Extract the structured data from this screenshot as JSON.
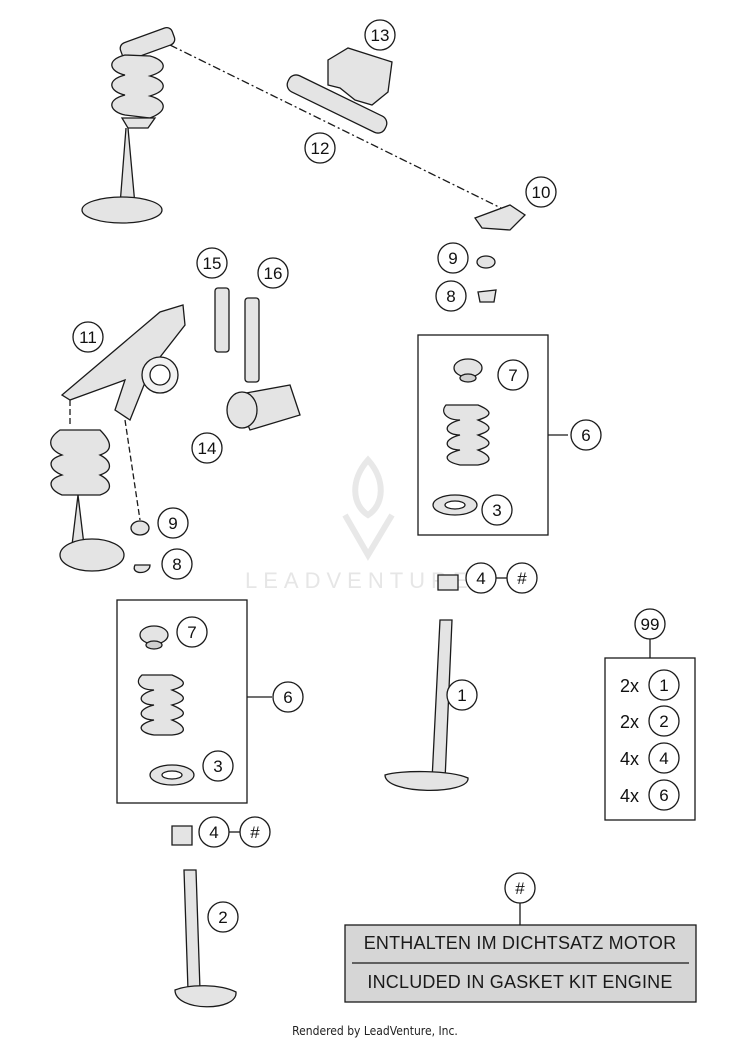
{
  "callouts": {
    "c1": "1",
    "c2": "2",
    "c3a": "3",
    "c3b": "3",
    "c4a": "4",
    "c4b": "4",
    "c6a": "6",
    "c6b": "6",
    "c7a": "7",
    "c7b": "7",
    "c8a": "8",
    "c8b": "8",
    "c9a": "9",
    "c9b": "9",
    "c10": "10",
    "c11": "11",
    "c12": "12",
    "c13": "13",
    "c14": "14",
    "c15": "15",
    "c16": "16",
    "c99": "99",
    "hashA": "#",
    "hashB": "#",
    "hashBanner": "#"
  },
  "kit": {
    "rows": [
      {
        "qty": "2x",
        "ref": "1"
      },
      {
        "qty": "2x",
        "ref": "2"
      },
      {
        "qty": "4x",
        "ref": "4"
      },
      {
        "qty": "4x",
        "ref": "6"
      }
    ]
  },
  "banner": {
    "line1": "ENTHALTEN IM DICHTSATZ MOTOR",
    "line2": "INCLUDED IN GASKET KIT ENGINE"
  },
  "watermark": {
    "text": "LEADVENTURE"
  },
  "footer": {
    "text": "Rendered by LeadVenture, Inc."
  },
  "colors": {
    "line": "#1a1a1a",
    "part_fill": "#e4e4e4",
    "banner_fill": "#d6d6d6"
  }
}
